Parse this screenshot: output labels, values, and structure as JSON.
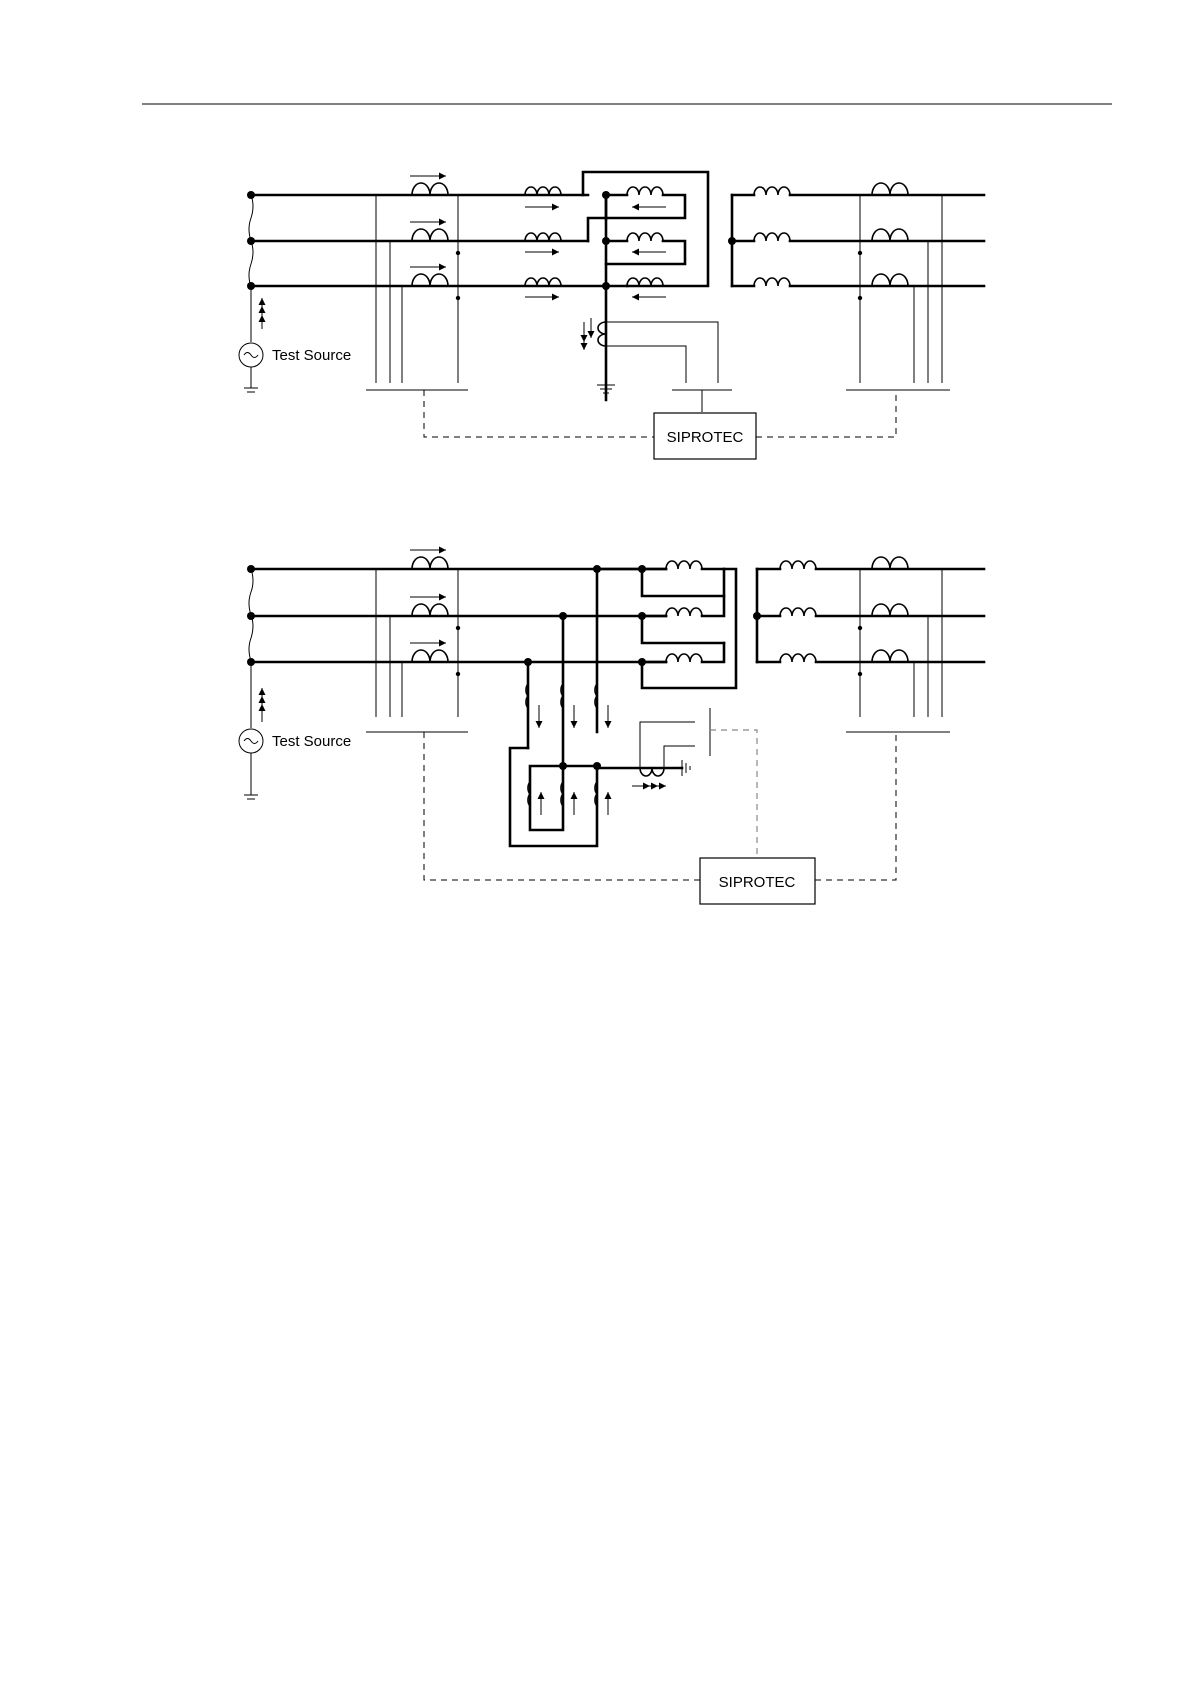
{
  "diagrams": [
    {
      "source_label": "Test Source",
      "device_label": "SIPROTEC"
    },
    {
      "source_label": "Test Source",
      "device_label": "SIPROTEC"
    }
  ],
  "icons": [
    "ac-source-icon",
    "ground-icon",
    "transformer-winding-icon",
    "current-direction-arrow-icon"
  ]
}
